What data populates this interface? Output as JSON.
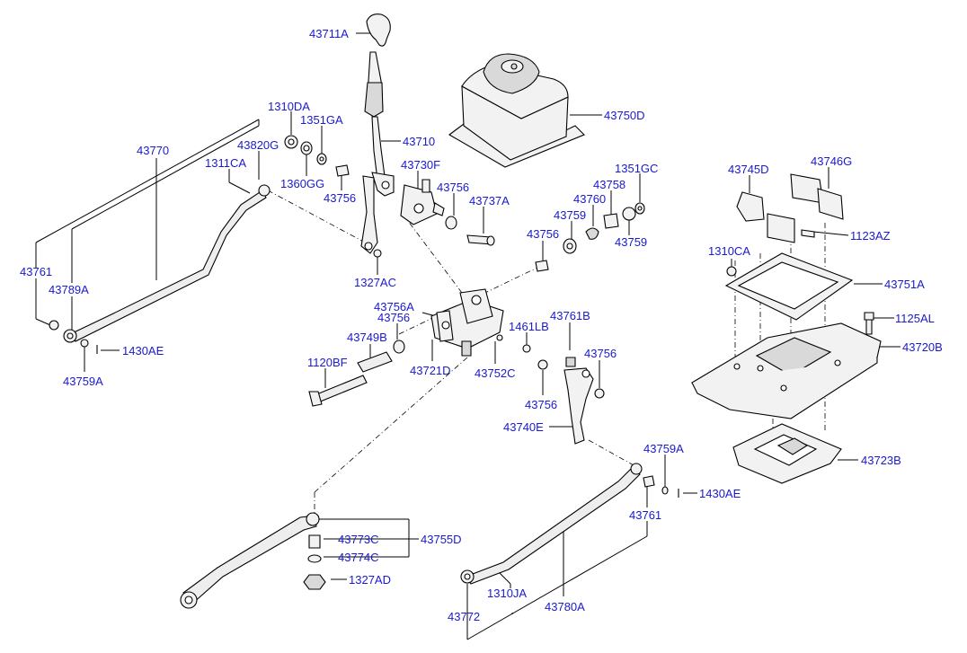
{
  "labels": {
    "p43711A": "43711A",
    "p43750D": "43750D",
    "p1310DA": "1310DA",
    "p1351GA": "1351GA",
    "p43770": "43770",
    "p43820G": "43820G",
    "p43710": "43710",
    "p1311CA": "1311CA",
    "p1360GG": "1360GG",
    "p43756_a": "43756",
    "p43730F": "43730F",
    "p43756_b": "43756",
    "p43737A": "43737A",
    "p1351GC": "1351GC",
    "p43758": "43758",
    "p43760": "43760",
    "p43759_a": "43759",
    "p43756_c": "43756",
    "p43759_b": "43759",
    "p43745D": "43745D",
    "p43746G": "43746G",
    "p1123AZ": "1123AZ",
    "p1310CA": "1310CA",
    "p43751A": "43751A",
    "p1125AL": "1125AL",
    "p43720B": "43720B",
    "p43761_a": "43761",
    "p43789A": "43789A",
    "p1327AC": "1327AC",
    "p43756A": "43756A",
    "p43756_d": "43756",
    "p43749B": "43749B",
    "p1461LB": "1461LB",
    "p43761B": "43761B",
    "p1430AE_a": "1430AE",
    "p43759A_a": "43759A",
    "p1120BF": "1120BF",
    "p43721D": "43721D",
    "p43752C": "43752C",
    "p43756_e": "43756",
    "p43756_f": "43756",
    "p43740E": "43740E",
    "p43723B": "43723B",
    "p43759A_b": "43759A",
    "p1430AE_b": "1430AE",
    "p43761_b": "43761",
    "p43773C": "43773C",
    "p43755D": "43755D",
    "p43774C": "43774C",
    "p1327AD": "1327AD",
    "p1310JA": "1310JA",
    "p43772": "43772",
    "p43780A": "43780A"
  }
}
